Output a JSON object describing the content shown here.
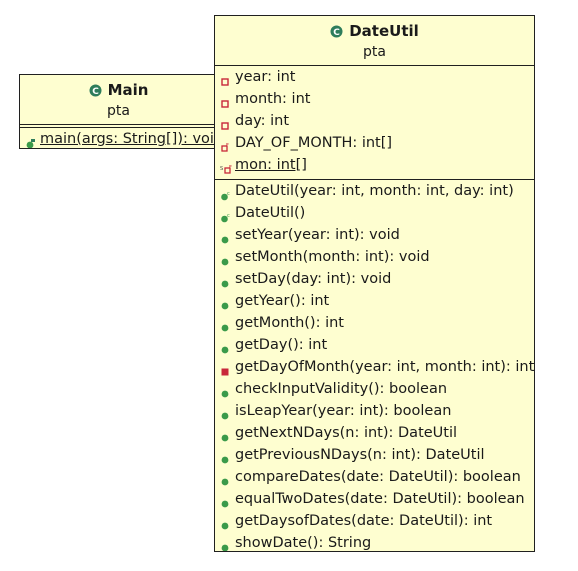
{
  "main_class": {
    "name": "Main",
    "package": "pta",
    "methods": [
      {
        "text": "main(args: String[]): void",
        "static": true
      }
    ]
  },
  "dateutil_class": {
    "name": "DateUtil",
    "package": "pta",
    "fields": [
      {
        "text": "year: int",
        "vis": "private"
      },
      {
        "text": "month: int",
        "vis": "private"
      },
      {
        "text": "day: int",
        "vis": "private"
      },
      {
        "text": "DAY_OF_MONTH: int[]",
        "vis": "private-final"
      },
      {
        "text": "mon: int[]",
        "vis": "private-static-final"
      }
    ],
    "methods": [
      {
        "text": "DateUtil(year: int, month: int, day: int)",
        "vis": "constructor"
      },
      {
        "text": "DateUtil()",
        "vis": "constructor"
      },
      {
        "text": "setYear(year: int): void",
        "vis": "public"
      },
      {
        "text": "setMonth(month: int): void",
        "vis": "public"
      },
      {
        "text": "setDay(day: int): void",
        "vis": "public"
      },
      {
        "text": "getYear(): int",
        "vis": "public"
      },
      {
        "text": "getMonth(): int",
        "vis": "public"
      },
      {
        "text": "getDay(): int",
        "vis": "public"
      },
      {
        "text": "getDayOfMonth(year: int, month: int): int",
        "vis": "private"
      },
      {
        "text": "checkInputValidity(): boolean",
        "vis": "public"
      },
      {
        "text": "isLeapYear(year: int): boolean",
        "vis": "public"
      },
      {
        "text": "getNextNDays(n: int): DateUtil",
        "vis": "public"
      },
      {
        "text": "getPreviousNDays(n: int): DateUtil",
        "vis": "public"
      },
      {
        "text": "compareDates(date: DateUtil): boolean",
        "vis": "public"
      },
      {
        "text": "equalTwoDates(date: DateUtil): boolean",
        "vis": "public"
      },
      {
        "text": "getDaysofDates(date: DateUtil): int",
        "vis": "public"
      },
      {
        "text": "showDate(): String",
        "vis": "public"
      }
    ]
  },
  "colors": {
    "class_fill": "#fefed0",
    "class_icon": "#2e7d5b",
    "public_icon": "#3a9a4a",
    "private_icon": "#c8283a"
  }
}
